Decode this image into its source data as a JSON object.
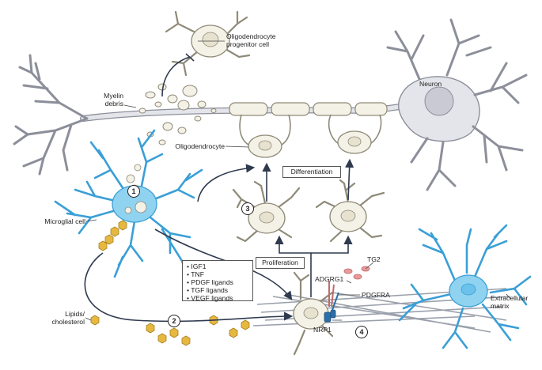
{
  "labels": {
    "opc": [
      "Oligodendrocyte",
      "progenitor cell"
    ],
    "myelin_debris": [
      "Myelin",
      "debris"
    ],
    "neuron": "Neuron",
    "oligodendrocyte": "Oligodendrocyte",
    "microglial_cell": "Microglial cell",
    "differentiation": "Differentiation",
    "proliferation": "Proliferation",
    "lipids": [
      "Lipids/",
      "cholesterol"
    ],
    "tg2": "TG2",
    "adgrg1": "ADGRG1",
    "pdgfra": "PDGFRA",
    "nrp1": "NRP1",
    "ecm": [
      "Extracellular",
      "matrix"
    ]
  },
  "factors": [
    "IGF1",
    "TNF",
    "PDGF ligands",
    "TGF ligands",
    "VEGF ligands"
  ],
  "steps": [
    "1",
    "2",
    "3",
    "4"
  ],
  "colors": {
    "neuron_fill": "#e4e5ea",
    "neuron_outline": "#8c8f9a",
    "nucleus": "#c9cad3",
    "glia_fill": "#f4f1e6",
    "glia_outline": "#8f8a78",
    "glia_nucleus": "#e7e2cf",
    "microglia": "#8fd3f0",
    "microglia_outline": "#3a9fd6",
    "arrow": "#2f3a4f",
    "lipid": "#e7b83f",
    "adgrg1": "#c06a6a",
    "nrp1": "#2b6ea8",
    "matrix": "#9aa0ab"
  }
}
